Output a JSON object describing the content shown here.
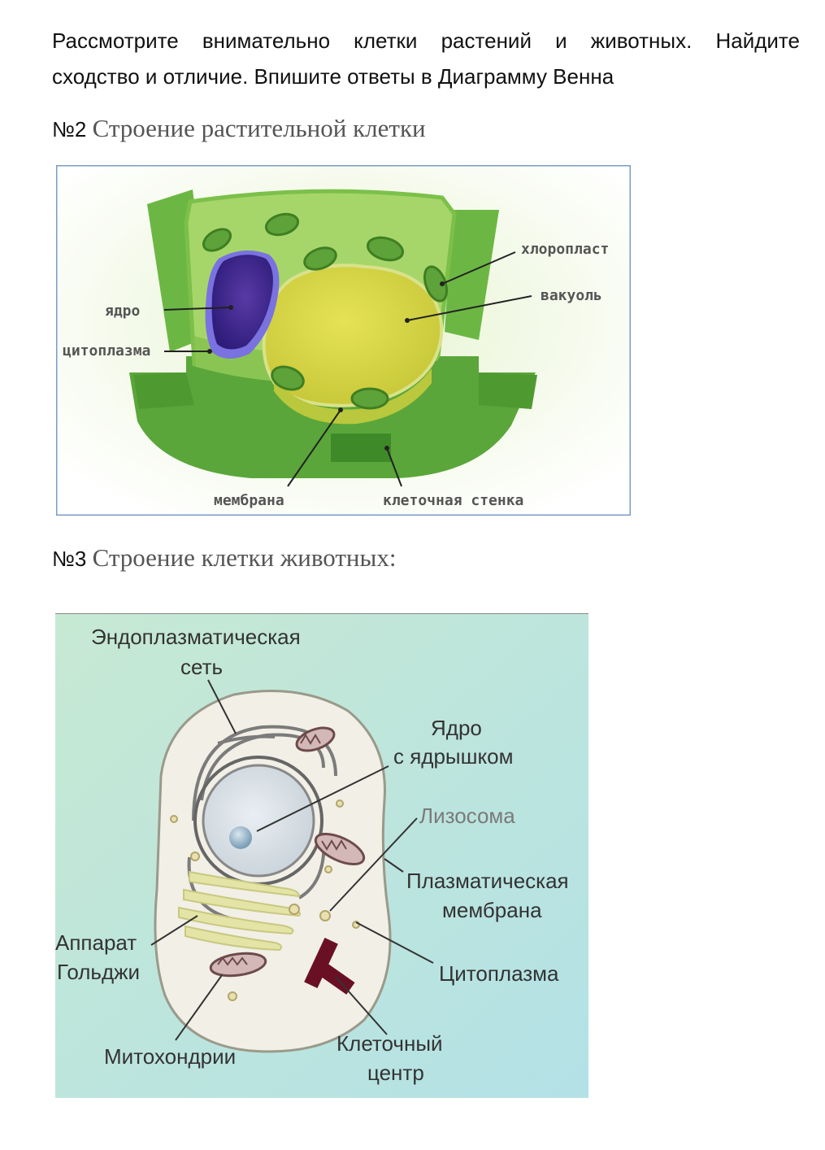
{
  "intro": {
    "line1": "Рассмотрите внимательно клетки растений и животных. Найдите",
    "line2": "сходство и отличие. Впишите ответы в Диаграмму Венна"
  },
  "section2": {
    "number": "№2",
    "title": "Строение растительной клетки",
    "labels": {
      "chloroplast": "хлоропласт",
      "vacuole": "вакуоль",
      "nucleus": "ядро",
      "cytoplasm": "цитоплазма",
      "membrane": "мембрана",
      "cell_wall": "клеточная стенка"
    }
  },
  "section3": {
    "number": "№3",
    "title": "Строение клетки животных:",
    "labels": {
      "er_line1": "Эндоплазматическая",
      "er_line2": "сеть",
      "nucleus_line1": "Ядро",
      "nucleus_line2": "с ядрышком",
      "lysosome": "Лизосома",
      "plasma_line1": "Плазматическая",
      "plasma_line2": "мембрана",
      "golgi_line1": "Аппарат",
      "golgi_line2": "Гольджи",
      "cytoplasm": "Цитоплазма",
      "mitochondria": "Митохондрии",
      "centrosome_line1": "Клеточный",
      "centrosome_line2": "центр"
    }
  }
}
